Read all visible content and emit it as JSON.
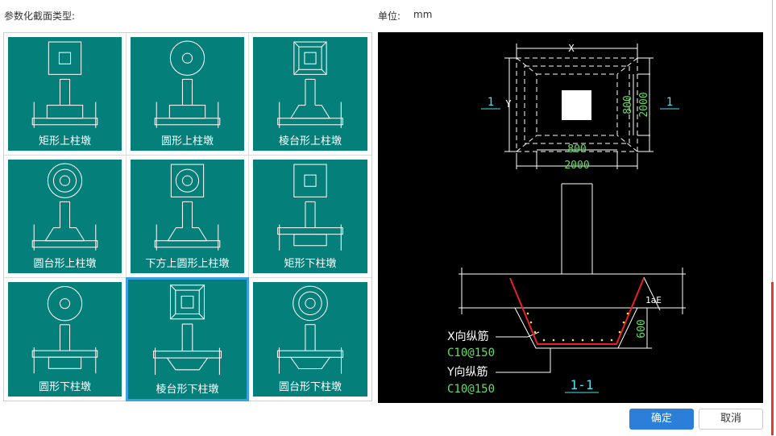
{
  "header": {
    "type_label": "参数化截面类型:",
    "unit_label": "单位:",
    "unit_value": "mm"
  },
  "types": [
    {
      "label": "矩形上柱墩",
      "plan": "square",
      "base": "rect"
    },
    {
      "label": "圆形上柱墩",
      "plan": "circle",
      "base": "rect"
    },
    {
      "label": "棱台形上柱墩",
      "plan": "frustum",
      "base": "frustum-up"
    },
    {
      "label": "圆台形上柱墩",
      "plan": "double-circle",
      "base": "frustum-up"
    },
    {
      "label": "下方上圆形上柱墩",
      "plan": "square-circle",
      "base": "frustum-up"
    },
    {
      "label": "矩形下柱墩",
      "plan": "square",
      "base": "rect-down"
    },
    {
      "label": "圆形下柱墩",
      "plan": "circle",
      "base": "rect-down"
    },
    {
      "label": "棱台形下柱墩",
      "plan": "frustum",
      "base": "frustum-down"
    },
    {
      "label": "圆台形下柱墩",
      "plan": "double-circle",
      "base": "frustum-down"
    }
  ],
  "selected_index": 7,
  "preview": {
    "dim_x": "X",
    "dim_y": "Y",
    "dim_inner_w": "800",
    "dim_outer_w": "2000",
    "dim_inner_h": "800",
    "dim_outer_h": "2000",
    "section_mark": "1",
    "section_title": "1-1",
    "lae": "1aE",
    "depth": "600",
    "x_rebar": "X向纵筋",
    "x_rebar_spec": "C10@150",
    "y_rebar": "Y向纵筋",
    "y_rebar_spec": "C10@150"
  },
  "buttons": {
    "ok": "确定",
    "cancel": "取消"
  }
}
